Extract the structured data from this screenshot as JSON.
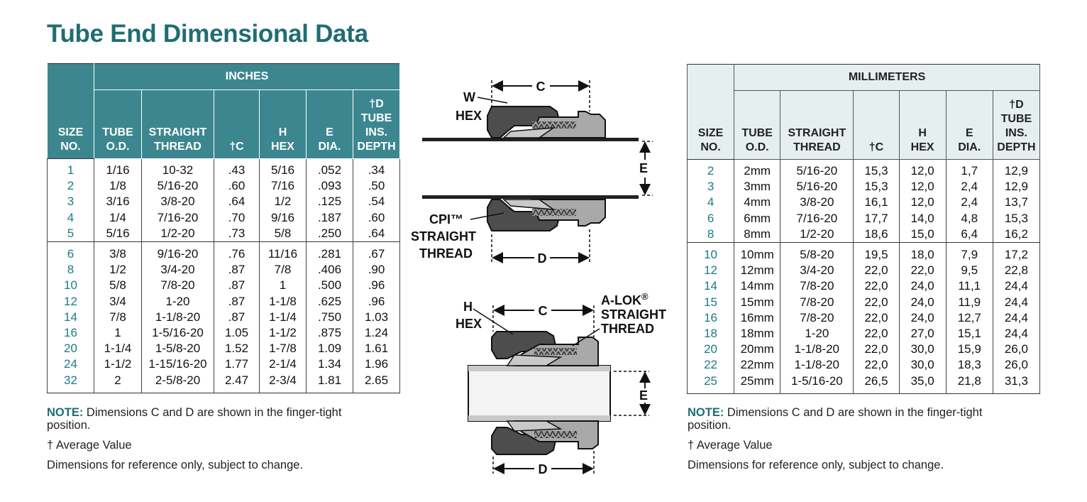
{
  "title": "Tube End Dimensional Data",
  "accent_color": "#1f6d73",
  "header_fill_inches": "#3c878f",
  "header_fill_mm": "#e6efef",
  "inches": {
    "group_label": "INCHES",
    "headers": {
      "size": [
        "SIZE",
        "NO."
      ],
      "tube": [
        "TUBE",
        "O.D."
      ],
      "thread": [
        "STRAIGHT",
        "THREAD"
      ],
      "c": "†C",
      "h": [
        "H",
        "HEX"
      ],
      "e": [
        "E",
        "DIA."
      ],
      "d": [
        "†D",
        "TUBE",
        "INS.",
        "DEPTH"
      ]
    },
    "rows": [
      [
        "1",
        "1/16",
        "10-32",
        ".43",
        "5/16",
        ".052",
        ".34"
      ],
      [
        "2",
        "1/8",
        "5/16-20",
        ".60",
        "7/16",
        ".093",
        ".50"
      ],
      [
        "3",
        "3/16",
        "3/8-20",
        ".64",
        "1/2",
        ".125",
        ".54"
      ],
      [
        "4",
        "1/4",
        "7/16-20",
        ".70",
        "9/16",
        ".187",
        ".60"
      ],
      [
        "5",
        "5/16",
        "1/2-20",
        ".73",
        "5/8",
        ".250",
        ".64"
      ],
      [
        "6",
        "3/8",
        "9/16-20",
        ".76",
        "11/16",
        ".281",
        ".67"
      ],
      [
        "8",
        "1/2",
        "3/4-20",
        ".87",
        "7/8",
        ".406",
        ".90"
      ],
      [
        "10",
        "5/8",
        "7/8-20",
        ".87",
        "1",
        ".500",
        ".96"
      ],
      [
        "12",
        "3/4",
        "1-20",
        ".87",
        "1-1/8",
        ".625",
        ".96"
      ],
      [
        "14",
        "7/8",
        "1-1/8-20",
        ".87",
        "1-1/4",
        ".750",
        "1.03"
      ],
      [
        "16",
        "1",
        "1-5/16-20",
        "1.05",
        "1-1/2",
        ".875",
        "1.24"
      ],
      [
        "20",
        "1-1/4",
        "1-5/8-20",
        "1.52",
        "1-7/8",
        "1.09",
        "1.61"
      ],
      [
        "24",
        "1-1/2",
        "1-15/16-20",
        "1.77",
        "2-1/4",
        "1.34",
        "1.96"
      ],
      [
        "32",
        "2",
        "2-5/8-20",
        "2.47",
        "2-3/4",
        "1.81",
        "2.65"
      ]
    ],
    "notes": {
      "label": "NOTE:",
      "text": " Dimensions C and D are shown in the finger-tight position.",
      "average": "† Average Value",
      "reference": "Dimensions for reference only, subject to change."
    }
  },
  "millimeters": {
    "group_label": "MILLIMETERS",
    "headers": {
      "size": [
        "SIZE",
        "NO."
      ],
      "tube": [
        "TUBE",
        "O.D."
      ],
      "thread": [
        "STRAIGHT",
        "THREAD"
      ],
      "c": "†C",
      "h": [
        "H",
        "HEX"
      ],
      "e": [
        "E",
        "DIA."
      ],
      "d": [
        "†D",
        "TUBE",
        "INS.",
        "DEPTH"
      ]
    },
    "rows": [
      [
        "2",
        "2mm",
        "5/16-20",
        "15,3",
        "12,0",
        "1,7",
        "12,9"
      ],
      [
        "3",
        "3mm",
        "5/16-20",
        "15,3",
        "12,0",
        "2,4",
        "12,9"
      ],
      [
        "4",
        "4mm",
        "3/8-20",
        "16,1",
        "12,0",
        "2,4",
        "13,7"
      ],
      [
        "6",
        "6mm",
        "7/16-20",
        "17,7",
        "14,0",
        "4,8",
        "15,3"
      ],
      [
        "8",
        "8mm",
        "1/2-20",
        "18,6",
        "15,0",
        "6,4",
        "16,2"
      ],
      [
        "10",
        "10mm",
        "5/8-20",
        "19,5",
        "18,0",
        "7,9",
        "17,2"
      ],
      [
        "12",
        "12mm",
        "3/4-20",
        "22,0",
        "22,0",
        "9,5",
        "22,8"
      ],
      [
        "14",
        "14mm",
        "7/8-20",
        "22,0",
        "24,0",
        "11,1",
        "24,4"
      ],
      [
        "15",
        "15mm",
        "7/8-20",
        "22,0",
        "24,0",
        "11,9",
        "24,4"
      ],
      [
        "16",
        "16mm",
        "7/8-20",
        "22,0",
        "24,0",
        "12,7",
        "24,4"
      ],
      [
        "18",
        "18mm",
        "1-20",
        "22,0",
        "27,0",
        "15,1",
        "24,4"
      ],
      [
        "20",
        "20mm",
        "1-1/8-20",
        "22,0",
        "30,0",
        "15,9",
        "26,0"
      ],
      [
        "22",
        "22mm",
        "1-1/8-20",
        "22,0",
        "30,0",
        "18,3",
        "26,0"
      ],
      [
        "25",
        "25mm",
        "1-5/16-20",
        "26,5",
        "35,0",
        "21,8",
        "31,3"
      ]
    ],
    "notes": {
      "label": "NOTE:",
      "text": " Dimensions C and D are shown in the finger-tight position.",
      "average": "† Average Value",
      "reference": "Dimensions for reference only, subject to change."
    }
  },
  "diagram": {
    "top": {
      "w_label": "W",
      "hex_label": "HEX",
      "c_label": "C",
      "e_label": "E",
      "d_label": "D",
      "thread_label": [
        "CPI™",
        "STRAIGHT",
        "THREAD"
      ]
    },
    "bottom": {
      "h_label": "H",
      "hex_label": "HEX",
      "c_label": "C",
      "e_label": "E",
      "d_label": "D",
      "thread_label": [
        "A-LOK",
        "STRAIGHT",
        "THREAD"
      ],
      "registered_mark": "®"
    }
  }
}
